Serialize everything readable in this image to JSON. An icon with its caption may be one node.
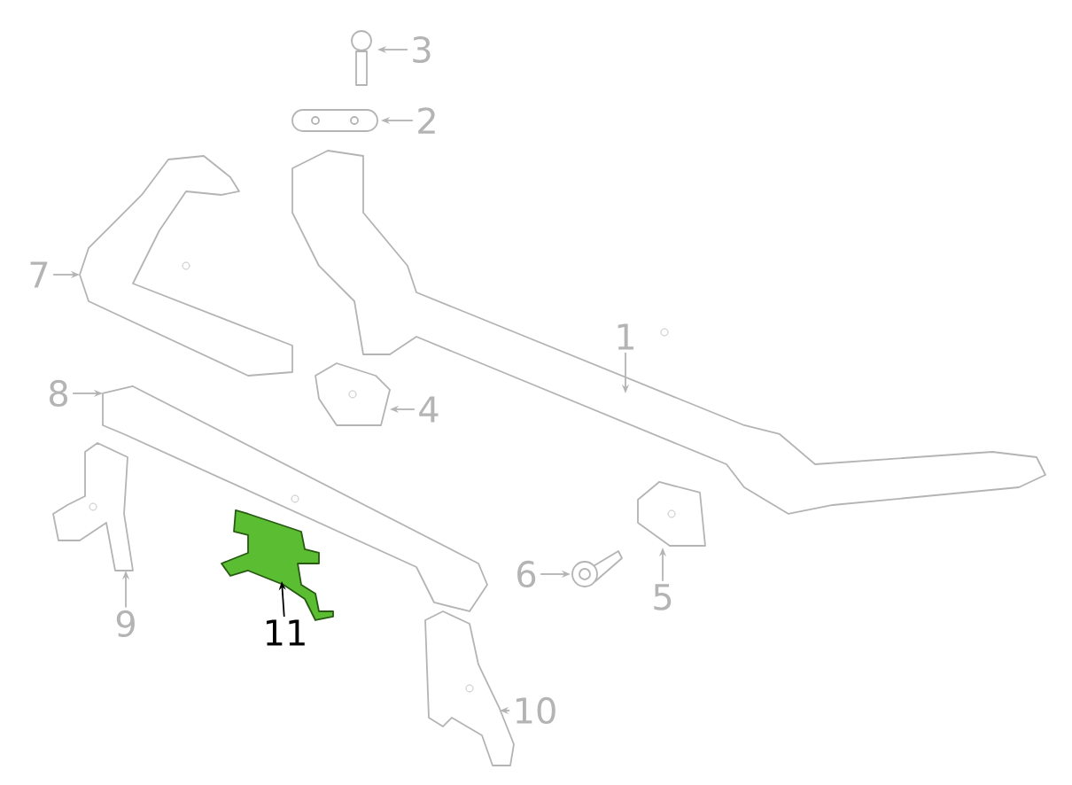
{
  "diagram": {
    "nodes": [
      {
        "text": [
          "1"
        ]
      },
      {
        "text": [],
        "shape": "picture"
      },
      {
        "text": [
          "2"
        ]
      },
      {
        "text": [],
        "shape": "picture"
      },
      {
        "text": [
          "3"
        ]
      },
      {
        "text": [],
        "shape": "picture"
      },
      {
        "text": [
          "4"
        ]
      },
      {
        "text": [],
        "shape": "picture"
      },
      {
        "text": [
          "5"
        ]
      },
      {
        "text": [],
        "shape": "picture"
      },
      {
        "text": [
          "6"
        ]
      },
      {
        "text": [],
        "shape": "picture"
      },
      {
        "text": [
          "7"
        ]
      },
      {
        "text": [],
        "shape": "picture"
      },
      {
        "text": [
          "8"
        ]
      },
      {
        "text": [],
        "shape": "picture"
      },
      {
        "text": [
          "9"
        ]
      },
      {
        "text": [],
        "shape": "picture"
      },
      {
        "text": [
          "10"
        ]
      },
      {
        "text": [],
        "shape": "picture"
      },
      {
        "text": [
          "11"
        ]
      },
      {
        "text": [],
        "shape": "picture"
      }
    ],
    "edges": [
      {
        "from": 0,
        "to": 1,
        "arrow": "to"
      },
      {
        "from": 2,
        "to": 3,
        "arrow": "to"
      },
      {
        "from": 4,
        "to": 5,
        "arrow": "to"
      },
      {
        "from": 6,
        "to": 7,
        "arrow": "to"
      },
      {
        "from": 8,
        "to": 9,
        "arrow": "to"
      },
      {
        "from": 10,
        "to": 11,
        "arrow": "to"
      },
      {
        "from": 12,
        "to": 13,
        "arrow": "to"
      },
      {
        "from": 14,
        "to": 15,
        "arrow": "to"
      },
      {
        "from": 16,
        "to": 17,
        "arrow": "to"
      },
      {
        "from": 18,
        "to": 19,
        "arrow": "to"
      },
      {
        "from": 20,
        "to": 21,
        "arrow": "to",
        "color": "#000000"
      }
    ]
  }
}
